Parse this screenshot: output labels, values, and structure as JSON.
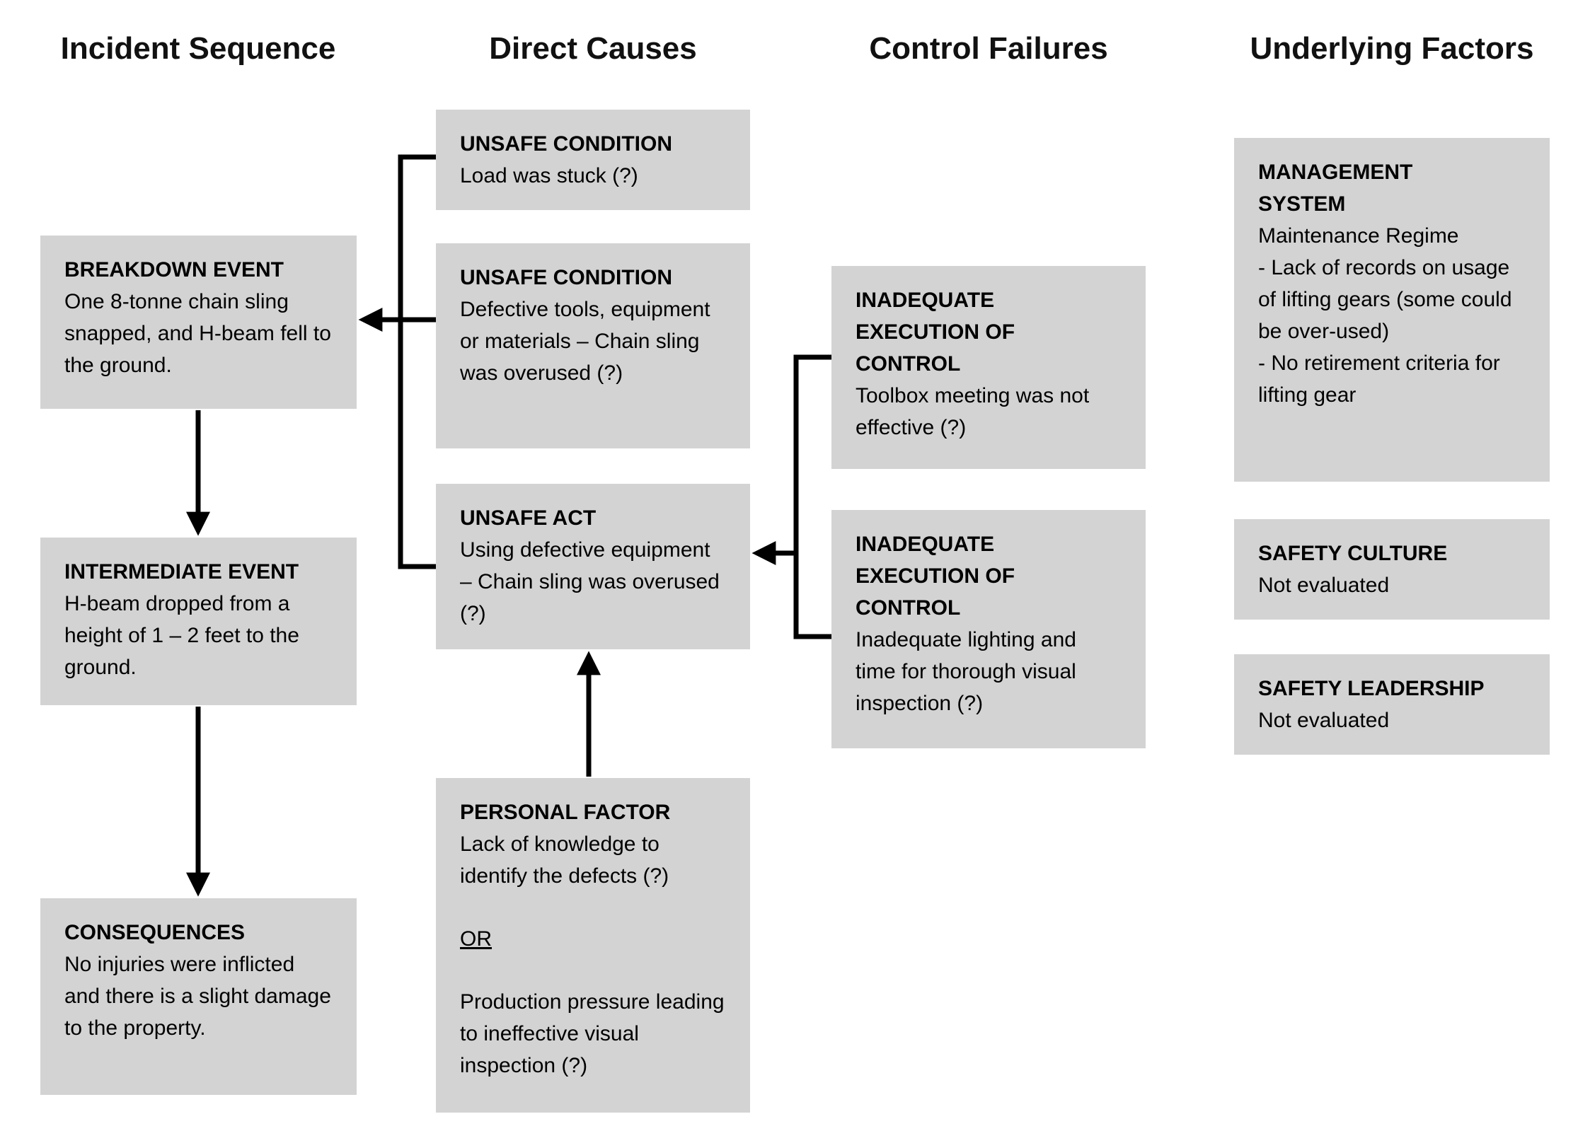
{
  "page": {
    "background": "#ffffff",
    "box_fill": "#d3d3d3",
    "text_color": "#000000"
  },
  "columns": {
    "incident_sequence": {
      "header": "Incident Sequence",
      "boxes": {
        "breakdown_event": {
          "title": "BREAKDOWN EVENT",
          "body": "One 8-tonne chain sling snapped, and H-beam fell to the ground."
        },
        "intermediate_event": {
          "title": "INTERMEDIATE EVENT",
          "body": "H-beam dropped from a height of 1 – 2 feet to the ground."
        },
        "consequences": {
          "title": "CONSEQUENCES",
          "body": "No injuries were inflicted and there is a slight damage to the property."
        }
      }
    },
    "direct_causes": {
      "header": "Direct Causes",
      "boxes": {
        "unsafe_condition_stuck": {
          "title": "UNSAFE CONDITION",
          "body": "Load was stuck (?)"
        },
        "unsafe_condition_defective": {
          "title": "UNSAFE CONDITION",
          "body": "Defective tools, equipment or materials – Chain sling was overused (?)"
        },
        "unsafe_act": {
          "title": "UNSAFE ACT",
          "body": "Using defective equipment – Chain sling was overused (?)"
        },
        "personal_factor": {
          "title": "PERSONAL FACTOR",
          "body_1": "Lack of knowledge to identify the defects (?)",
          "separator": "OR",
          "body_2": "Production pressure leading to ineffective visual inspection (?)"
        }
      }
    },
    "control_failures": {
      "header": "Control Failures",
      "boxes": {
        "inadequate_execution_toolbox": {
          "title": "INADEQUATE EXECUTION OF CONTROL",
          "body": "Toolbox meeting was not effective (?)"
        },
        "inadequate_execution_lighting": {
          "title": "INADEQUATE EXECUTION OF CONTROL",
          "body": "Inadequate lighting and time for thorough visual inspection (?)"
        }
      }
    },
    "underlying_factors": {
      "header": "Underlying Factors",
      "boxes": {
        "management_system": {
          "title": "MANAGEMENT SYSTEM",
          "subtitle": "Maintenance Regime",
          "items": [
            "- Lack of records on usage of lifting gears (some could be over-used)",
            "- No retirement criteria for lifting gear"
          ]
        },
        "safety_culture": {
          "title": "SAFETY CULTURE",
          "body": "Not evaluated"
        },
        "safety_leadership": {
          "title": "SAFETY LEADERSHIP",
          "body": "Not evaluated"
        }
      }
    }
  }
}
